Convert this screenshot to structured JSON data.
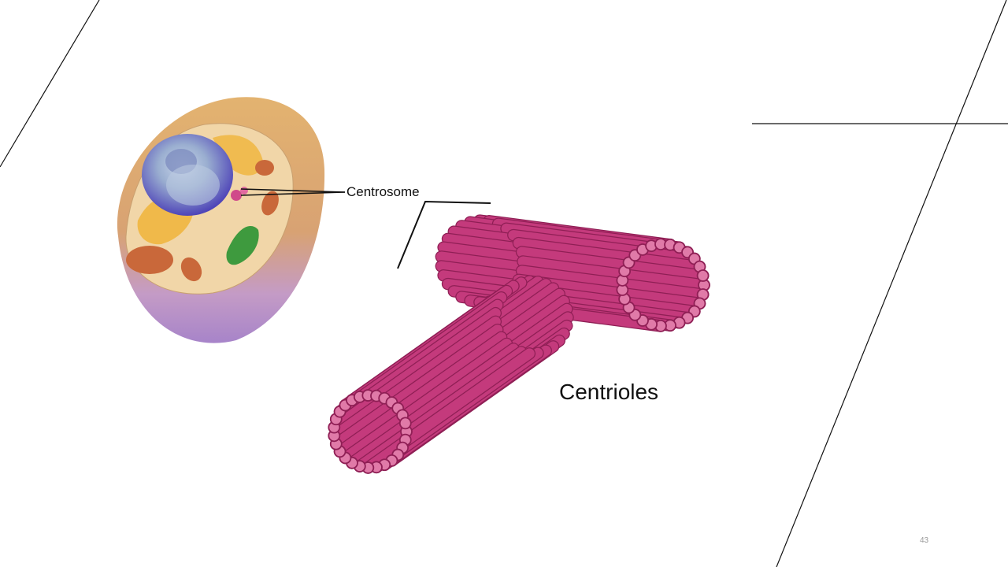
{
  "slide": {
    "page_number": "43"
  },
  "labels": {
    "centrosome": "Centrosome",
    "centrioles": "Centrioles"
  },
  "colors": {
    "tubule": "#c43a7c",
    "tubule_dark": "#8f1f55",
    "tubule_light": "#e07aa8",
    "cytoplasm": "#e2a96a",
    "membrane_lower": "#b58ad0",
    "nucleus": "#5a4fc0",
    "nucleolus": "#a9bfd9",
    "golgi": "#f0b43a",
    "mitochondria": "#c9683a",
    "chloroplast_like": "#3e9a3e",
    "decor_line": "#111111"
  },
  "icons": {
    "cell": "animal-cell-illustration",
    "centrioles": "centriole-pair-illustration"
  }
}
